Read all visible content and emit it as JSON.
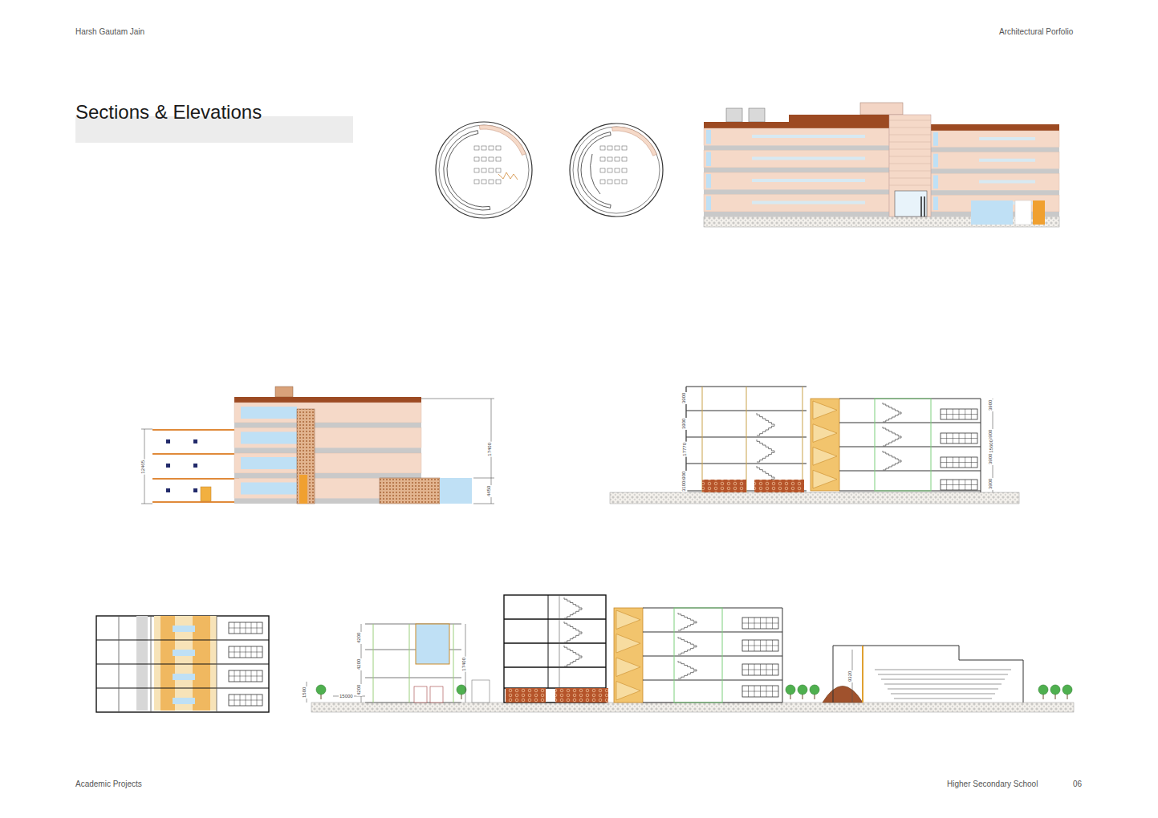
{
  "diagram": {
    "title": "Sections & Elevations",
    "labels": [
      "Harsh Gautam Jain",
      "Architectural Porfolio",
      "Academic Projects",
      "Higher Secondary School",
      "06",
      "12465",
      "17400",
      "4450",
      "3900",
      "3900",
      "3900",
      "3100",
      "17770",
      "3900",
      "3900",
      "3900",
      "3900",
      "15600",
      "4200",
      "4200",
      "4200",
      "1500",
      "17400",
      "15000",
      "9320"
    ]
  }
}
